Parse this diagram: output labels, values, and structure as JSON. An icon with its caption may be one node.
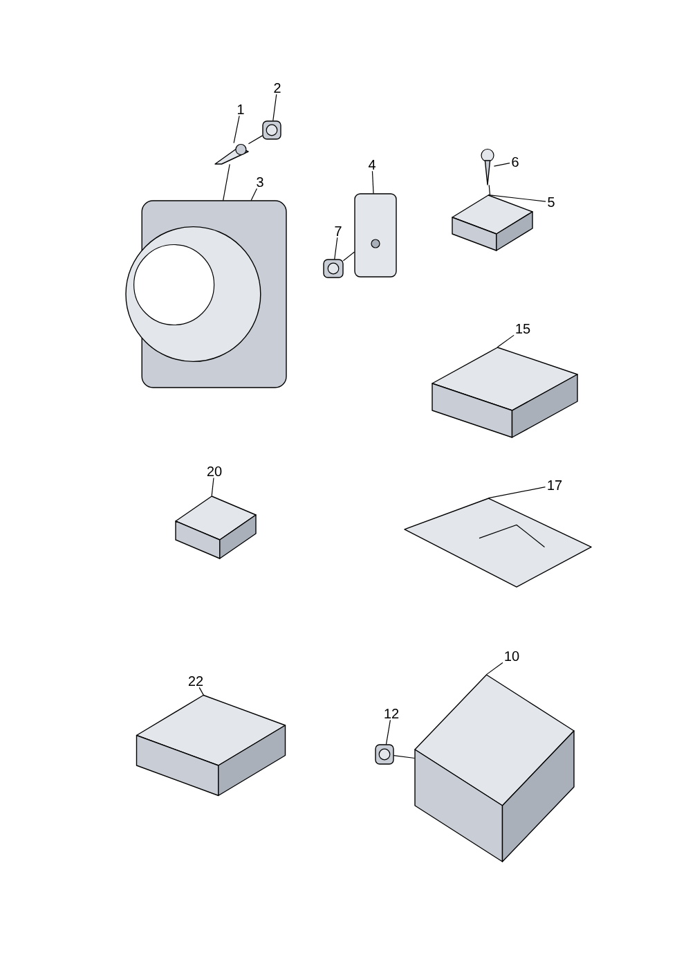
{
  "diagram": {
    "nodes": [
      {
        "text": [
          "2"
        ]
      },
      {
        "text": [],
        "shape": "picture"
      },
      {
        "text": [
          "1"
        ]
      },
      {
        "text": [],
        "shape": "picture"
      },
      {
        "text": [
          "6"
        ]
      },
      {
        "text": [],
        "shape": "picture"
      },
      {
        "text": [
          "4"
        ]
      },
      {
        "text": [],
        "shape": "picture"
      },
      {
        "text": [
          "3"
        ]
      },
      {
        "text": [],
        "shape": "picture"
      },
      {
        "text": [
          "5"
        ]
      },
      {
        "text": [],
        "shape": "picture"
      },
      {
        "text": [
          "7"
        ]
      },
      {
        "text": [],
        "shape": "picture"
      },
      {
        "text": [
          "15"
        ]
      },
      {
        "text": [],
        "shape": "picture"
      },
      {
        "text": [
          "20"
        ]
      },
      {
        "text": [],
        "shape": "picture"
      },
      {
        "text": [
          "17"
        ]
      },
      {
        "text": [],
        "shape": "picture"
      },
      {
        "text": [
          "10"
        ]
      },
      {
        "text": [],
        "shape": "picture"
      },
      {
        "text": [
          "22"
        ]
      },
      {
        "text": [],
        "shape": "picture"
      },
      {
        "text": [
          "12"
        ]
      },
      {
        "text": [],
        "shape": "picture"
      }
    ],
    "edges": [
      {
        "from": 0,
        "to": 1,
        "arrow": "none"
      },
      {
        "from": 2,
        "to": 3,
        "arrow": "none"
      },
      {
        "from": 4,
        "to": 5,
        "arrow": "none"
      },
      {
        "from": 6,
        "to": 7,
        "arrow": "none"
      },
      {
        "from": 8,
        "to": 9,
        "arrow": "none"
      },
      {
        "from": 10,
        "to": 11,
        "arrow": "none"
      },
      {
        "from": 12,
        "to": 13,
        "arrow": "none"
      },
      {
        "from": 14,
        "to": 15,
        "arrow": "none"
      },
      {
        "from": 16,
        "to": 17,
        "arrow": "none"
      },
      {
        "from": 18,
        "to": 19,
        "arrow": "none"
      },
      {
        "from": 20,
        "to": 21,
        "arrow": "none"
      },
      {
        "from": 22,
        "to": 23,
        "arrow": "none"
      },
      {
        "from": 24,
        "to": 25,
        "arrow": "none"
      },
      {
        "from": 1,
        "to": 3,
        "arrow": "none"
      },
      {
        "from": 3,
        "to": 9,
        "arrow": "none"
      },
      {
        "from": 5,
        "to": 11,
        "arrow": "none"
      },
      {
        "from": 13,
        "to": 7,
        "arrow": "none"
      },
      {
        "from": 25,
        "to": 21,
        "arrow": "none"
      }
    ]
  }
}
